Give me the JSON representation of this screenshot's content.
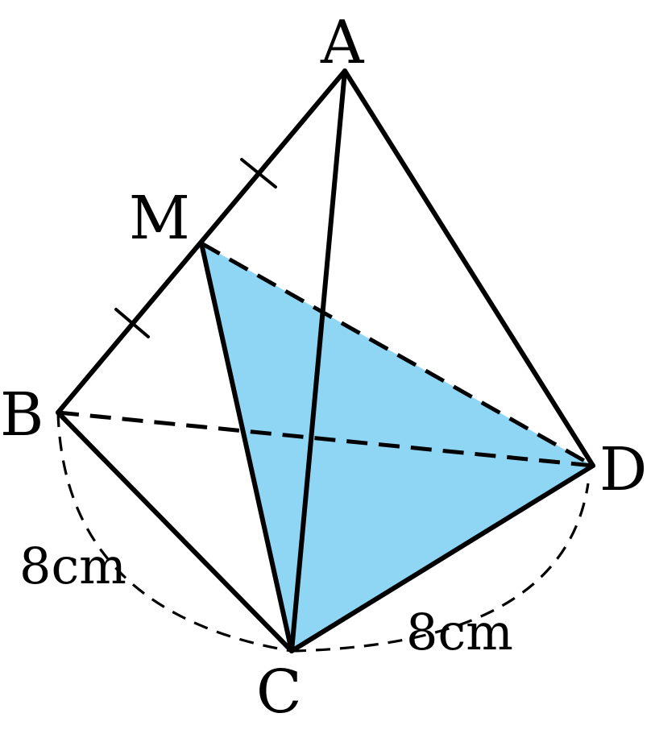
{
  "figure": {
    "vertices": {
      "a": "A",
      "b": "B",
      "c": "C",
      "d": "D",
      "m": "M"
    },
    "measurements": {
      "bc": "8cm",
      "cd": "8cm"
    },
    "shaded_face_color": "#8fd6f5",
    "line_color": "#000000"
  }
}
